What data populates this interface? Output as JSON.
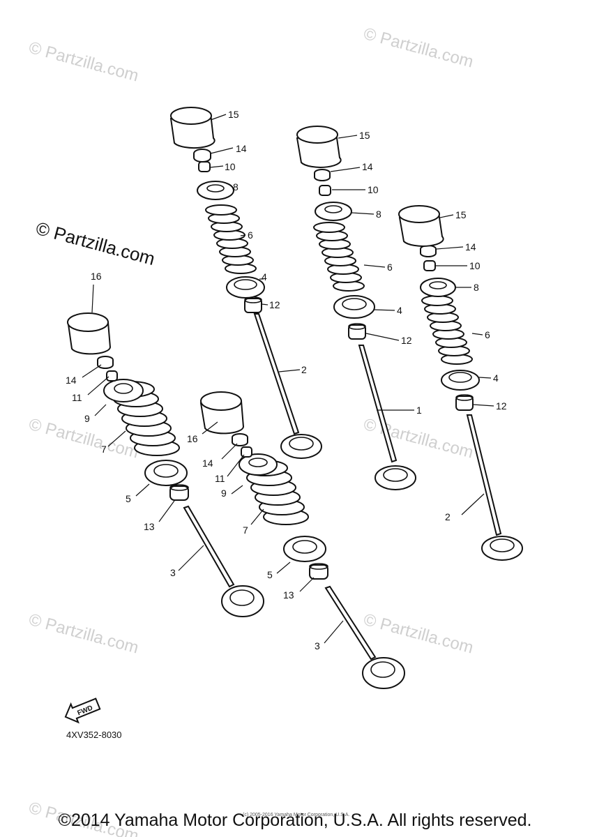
{
  "watermark": "© Partzilla.com",
  "diagram_code": "4XV352-8030",
  "fwd_label": "FWD",
  "fine_print": "(c) 2005-2016 Yamaha Motor Corporation, U.S.A.",
  "copyright": "©2014 Yamaha Motor Corporation, U.S.A. All rights reserved.",
  "callouts": {
    "a_lifter": "15",
    "a_shim": "14",
    "a_cotter": "10",
    "a_retainer": "8",
    "a_spring": "6",
    "a_seat": "4",
    "a_seal": "12",
    "a_valve": "2",
    "b_lifter": "15",
    "b_shim": "14",
    "b_cotter": "10",
    "b_retainer": "8",
    "b_spring": "6",
    "b_seat": "4",
    "b_seal": "12",
    "b_valve": "1",
    "c_lifter": "15",
    "c_shim": "14",
    "c_cotter": "10",
    "c_retainer": "8",
    "c_spring": "6",
    "c_seat": "4",
    "c_seal": "12",
    "c_valve": "2",
    "d_lifter": "16",
    "d_shim": "14",
    "d_cotter": "11",
    "d_retainer": "9",
    "d_spring": "7",
    "d_seat": "5",
    "d_seal": "13",
    "d_valve": "3",
    "e_lifter": "16",
    "e_shim": "14",
    "e_cotter": "11",
    "e_retainer": "9",
    "e_spring": "7",
    "e_seat": "5",
    "e_seal": "13",
    "e_valve": "3"
  }
}
